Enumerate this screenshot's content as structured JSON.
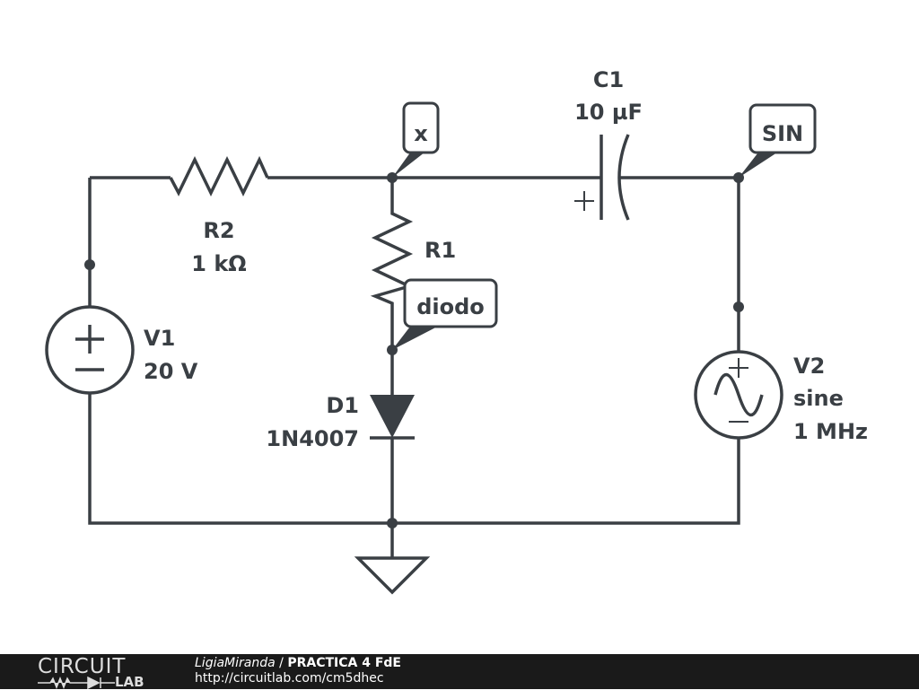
{
  "components": {
    "r2": {
      "name": "R2",
      "value": "1 kΩ"
    },
    "r1": {
      "name": "R1"
    },
    "c1": {
      "name": "C1",
      "value": "10 µF"
    },
    "v1": {
      "name": "V1",
      "value": "20 V"
    },
    "d1": {
      "name": "D1",
      "value": "1N4007"
    },
    "v2": {
      "name": "V2",
      "line1": "sine",
      "line2": "1 MHz"
    }
  },
  "node_labels": {
    "x": "x",
    "sin": "SIN",
    "diodo": "diodo"
  },
  "footer": {
    "logo_top": "CIRCUIT",
    "logo_bottom": "LAB",
    "author": "LigiaMiranda",
    "separator": " / ",
    "title": "PRACTICA 4 FdE",
    "url": "http://circuitlab.com/cm5dhec"
  },
  "colors": {
    "ink": "#3a3f44",
    "footer_bg": "#1a1a1a"
  }
}
